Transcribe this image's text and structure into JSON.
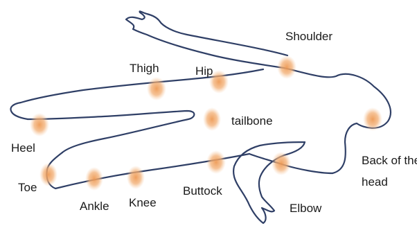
{
  "labels": {
    "shoulder": "Shoulder",
    "thigh": "Thigh",
    "hip": "Hip",
    "tailbone": "tailbone",
    "heel": "Heel",
    "back_of_head_line1": "Back of the",
    "back_of_head_line2": "head",
    "toe": "Toe",
    "buttock": "Buttock",
    "elbow": "Elbow",
    "ankle": "Ankle",
    "knee": "Knee"
  },
  "colors": {
    "outline": "#2f3f66",
    "spot": "#f0a25e"
  }
}
